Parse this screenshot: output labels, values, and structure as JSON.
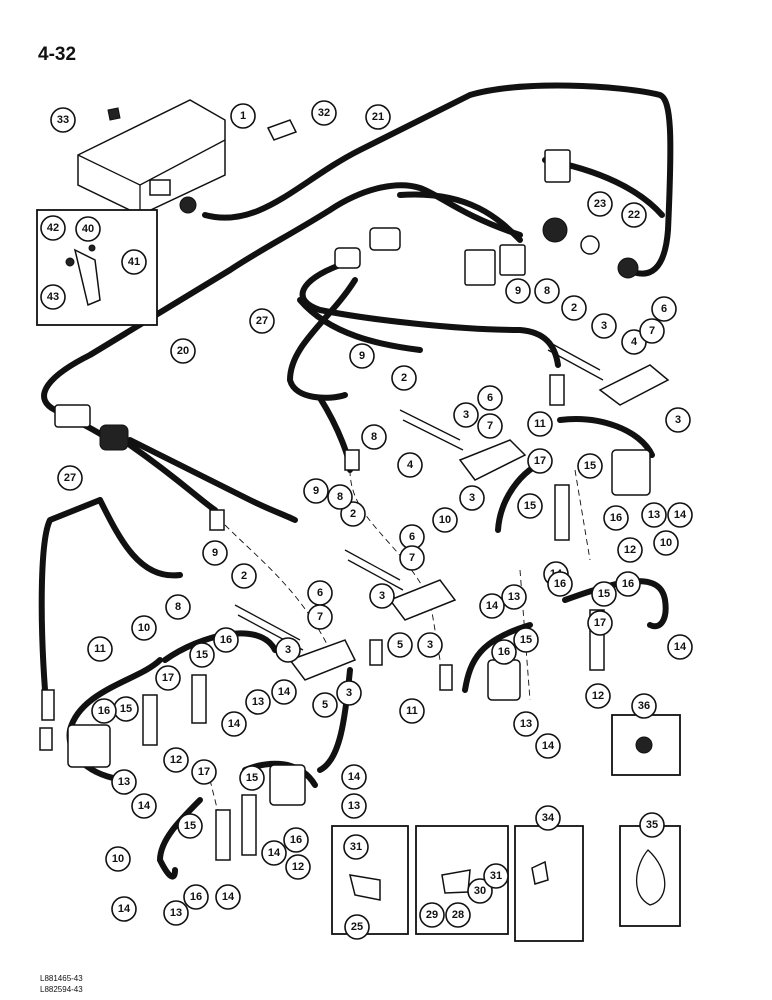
{
  "page_number": "4-32",
  "document_codes": [
    "L881465-43",
    "L882594-43"
  ],
  "callouts": [
    "1",
    "2",
    "3",
    "4",
    "5",
    "6",
    "7",
    "8",
    "9",
    "10",
    "11",
    "12",
    "13",
    "14",
    "15",
    "16",
    "17",
    "20",
    "21",
    "22",
    "23",
    "25",
    "27",
    "28",
    "29",
    "30",
    "31",
    "32",
    "33",
    "34",
    "35",
    "36",
    "40",
    "41",
    "42",
    "43"
  ]
}
